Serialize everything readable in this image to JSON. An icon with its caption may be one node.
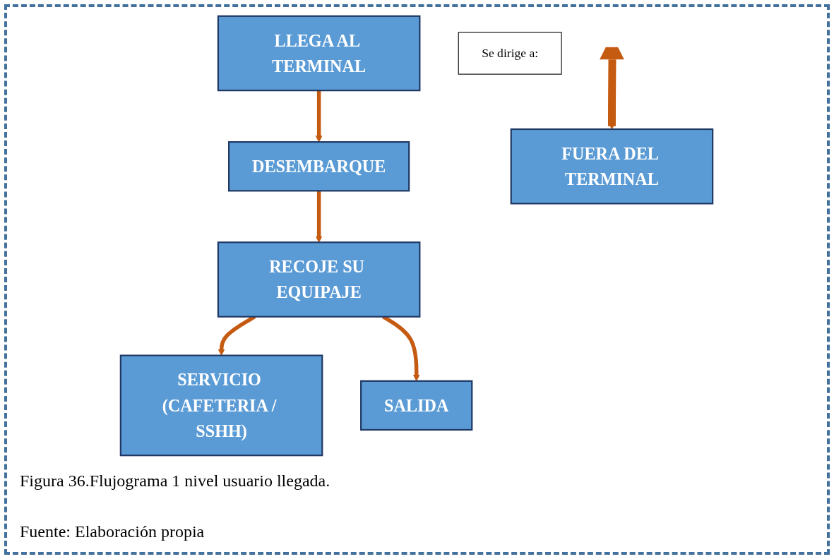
{
  "diagram": {
    "caption": "Figura 36.Flujograma 1 nivel usuario llegada.",
    "nodes": [
      {
        "text": [
          "LLEGA AL TERMINAL"
        ]
      },
      {
        "text": [
          "DESEMBARQUE"
        ]
      },
      {
        "text": [
          "RECOJE SU EQUIPAJE"
        ]
      },
      {
        "text": [
          "Se dirige a:"
        ]
      },
      {
        "text": [
          "SERVICIO (CAFETERIA / SSHH)"
        ]
      },
      {
        "text": [
          "SALIDA"
        ]
      },
      {
        "text": [],
        "shape": "bar"
      },
      {
        "text": [
          "FUERA DEL TERMINAL"
        ]
      }
    ],
    "edges": [
      {
        "from": 0,
        "to": 1,
        "arrow": "to"
      },
      {
        "from": 1,
        "to": 2,
        "arrow": "to"
      },
      {
        "from": 2,
        "to": 4,
        "arrow": "to"
      },
      {
        "from": 2,
        "to": 5,
        "arrow": "to"
      },
      {
        "from": 6,
        "to": 7,
        "arrow": "to",
        "style": "thick"
      }
    ],
    "labels": [
      "Fuente: Elaboración propia"
    ]
  }
}
